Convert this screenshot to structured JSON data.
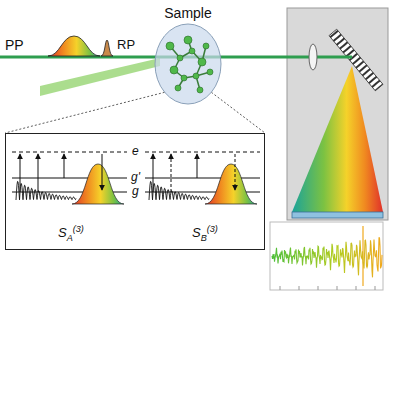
{
  "diagram": {
    "nodes": [
      {
        "text": [
          "Sample"
        ]
      },
      {
        "text": [
          "e",
          "g'",
          "g",
          "SA(3)",
          "SB(3)"
        ]
      }
    ],
    "edges": [
      {
        "from": 0,
        "to": 1,
        "arrow": "none"
      }
    ],
    "labels": [
      "PP",
      "RP"
    ]
  }
}
